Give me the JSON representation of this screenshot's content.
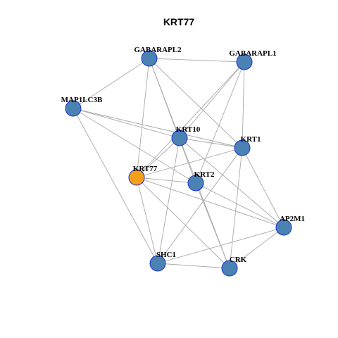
{
  "title": "KRT77",
  "colors": {
    "node_default": "#4a82b4",
    "node_focus": "#f5a01a",
    "node_border": "#1f2fd0",
    "edge": "#a8a8a8"
  },
  "nodes": [
    {
      "id": "GABARAPL2",
      "label": "GABARAPL2",
      "focus": false
    },
    {
      "id": "GABARAPL1",
      "label": "GABARAPL1",
      "focus": false
    },
    {
      "id": "MAP1LC3B",
      "label": "MAP1LC3B",
      "focus": false
    },
    {
      "id": "KRT10",
      "label": "KRT10",
      "focus": false
    },
    {
      "id": "KRT1",
      "label": "KRT1",
      "focus": false
    },
    {
      "id": "KRT77",
      "label": "KRT77",
      "focus": true
    },
    {
      "id": "KRT2",
      "label": "KRT2",
      "focus": false
    },
    {
      "id": "AP2M1",
      "label": "AP2M1",
      "focus": false
    },
    {
      "id": "SHC1",
      "label": "SHC1",
      "focus": false
    },
    {
      "id": "CRK",
      "label": "CRK",
      "focus": false
    }
  ],
  "edges": [
    [
      "GABARAPL2",
      "GABARAPL1"
    ],
    [
      "GABARAPL2",
      "MAP1LC3B"
    ],
    [
      "GABARAPL2",
      "KRT10"
    ],
    [
      "GABARAPL2",
      "KRT1"
    ],
    [
      "GABARAPL2",
      "KRT77"
    ],
    [
      "GABARAPL2",
      "KRT2"
    ],
    [
      "GABARAPL1",
      "KRT10"
    ],
    [
      "GABARAPL1",
      "KRT1"
    ],
    [
      "GABARAPL1",
      "KRT77"
    ],
    [
      "GABARAPL1",
      "KRT2"
    ],
    [
      "MAP1LC3B",
      "KRT10"
    ],
    [
      "MAP1LC3B",
      "KRT1"
    ],
    [
      "MAP1LC3B",
      "KRT2"
    ],
    [
      "MAP1LC3B",
      "SHC1"
    ],
    [
      "KRT10",
      "KRT1"
    ],
    [
      "KRT10",
      "KRT77"
    ],
    [
      "KRT10",
      "CRK"
    ],
    [
      "KRT10",
      "SHC1"
    ],
    [
      "KRT10",
      "AP2M1"
    ],
    [
      "KRT1",
      "KRT77"
    ],
    [
      "KRT1",
      "AP2M1"
    ],
    [
      "KRT1",
      "SHC1"
    ],
    [
      "KRT1",
      "CRK"
    ],
    [
      "KRT77",
      "KRT2"
    ],
    [
      "KRT77",
      "AP2M1"
    ],
    [
      "KRT77",
      "SHC1"
    ],
    [
      "KRT77",
      "CRK"
    ],
    [
      "KRT2",
      "CRK"
    ],
    [
      "KRT2",
      "AP2M1"
    ],
    [
      "SHC1",
      "CRK"
    ],
    [
      "SHC1",
      "AP2M1"
    ],
    [
      "CRK",
      "AP2M1"
    ]
  ]
}
